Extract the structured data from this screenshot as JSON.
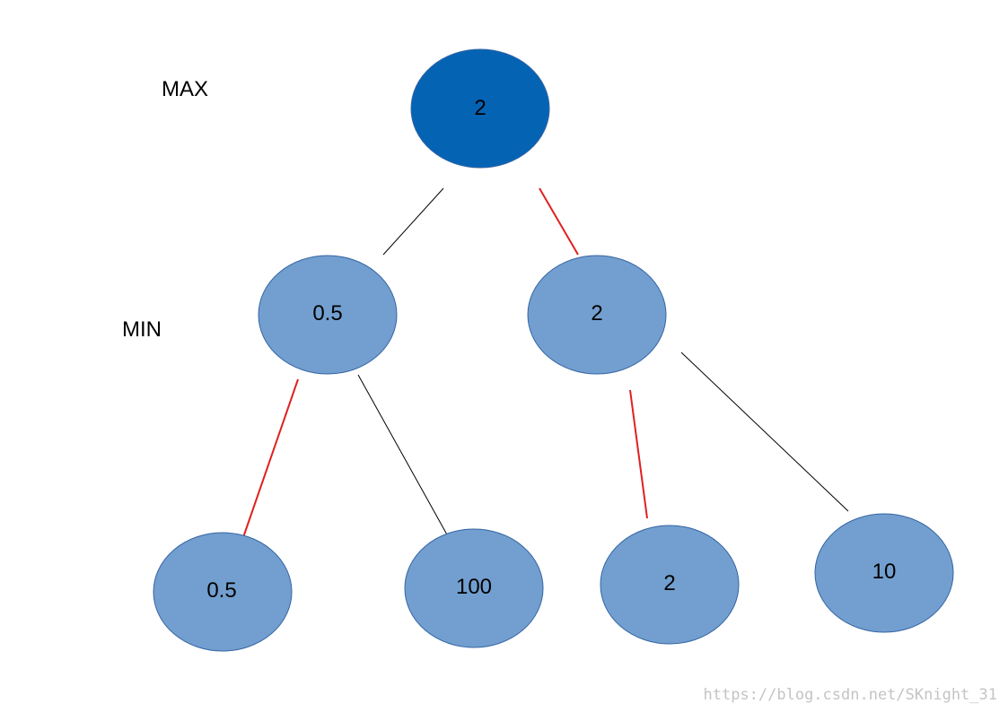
{
  "levels": {
    "max_label": "MAX",
    "min_label": "MIN"
  },
  "nodes": {
    "root": "2",
    "min_left": "0.5",
    "min_right": "2",
    "leaf_1": "0.5",
    "leaf_2": "100",
    "leaf_3": "2",
    "leaf_4": "10"
  },
  "watermark": "https://blog.csdn.net/SKnight_31",
  "colors": {
    "root_fill": "#0563b4",
    "node_fill": "#729fcf",
    "node_stroke": "#3465a4",
    "chosen_edge": "#e02020",
    "other_edge": "#000000"
  }
}
